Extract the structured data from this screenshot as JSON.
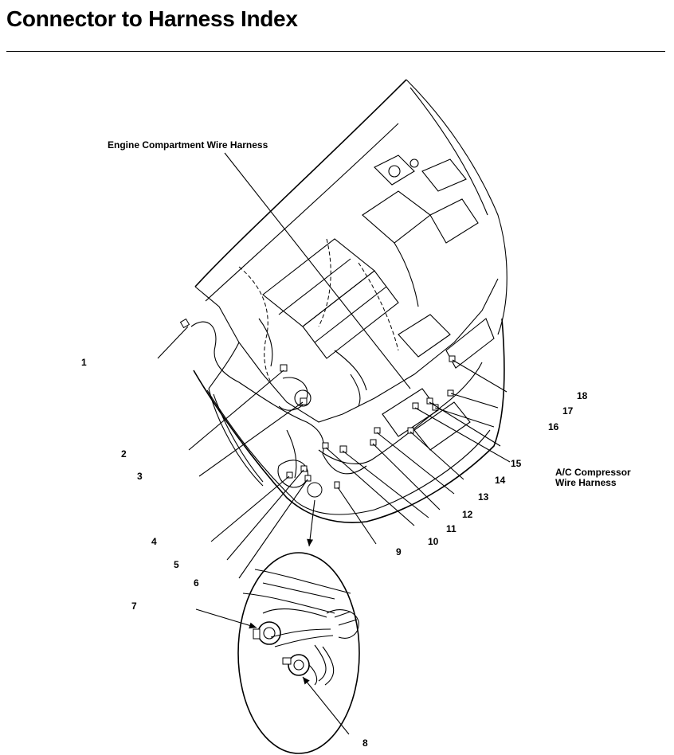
{
  "header": {
    "title": "Connector to Harness Index"
  },
  "harness_labels": {
    "engine_compartment": "Engine Compartment Wire Harness",
    "ac_compressor_line1": "A/C Compressor",
    "ac_compressor_line2": "Wire Harness"
  },
  "callouts": {
    "c1": "1",
    "c2": "2",
    "c3": "3",
    "c4": "4",
    "c5": "5",
    "c6": "6",
    "c7": "7",
    "c8": "8",
    "c9": "9",
    "c10": "10",
    "c11": "11",
    "c12": "12",
    "c13": "13",
    "c14": "14",
    "c15": "15",
    "c16": "16",
    "c17": "17",
    "c18": "18"
  }
}
